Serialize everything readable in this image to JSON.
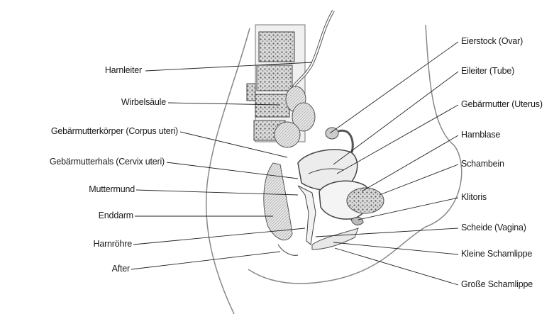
{
  "labels_left": [
    {
      "id": "harnleiter",
      "text": "Harnleiter"
    },
    {
      "id": "wirbelsaeule",
      "text": "Wirbelsäule"
    },
    {
      "id": "corpus",
      "text": "Gebärmutterkörper (Corpus uteri)"
    },
    {
      "id": "cervix",
      "text": "Gebärmutterhals (Cervix uteri)"
    },
    {
      "id": "muttermund",
      "text": "Muttermund"
    },
    {
      "id": "enddarm",
      "text": "Enddarm"
    },
    {
      "id": "harnroehre",
      "text": "Harnröhre"
    },
    {
      "id": "after",
      "text": "After"
    }
  ],
  "labels_right": [
    {
      "id": "eierstock",
      "text": "Eierstock (Ovar)"
    },
    {
      "id": "eileiter",
      "text": "Eileiter (Tube)"
    },
    {
      "id": "gebaermutter",
      "text": "Gebärmutter (Uterus)"
    },
    {
      "id": "harnblase",
      "text": "Harnblase"
    },
    {
      "id": "schambein",
      "text": "Schambein"
    },
    {
      "id": "klitoris",
      "text": "Klitoris"
    },
    {
      "id": "scheide",
      "text": "Scheide (Vagina)"
    },
    {
      "id": "kleine",
      "text": "Kleine Schamlippe"
    },
    {
      "id": "grosse",
      "text": "Große Schamlippe"
    }
  ]
}
